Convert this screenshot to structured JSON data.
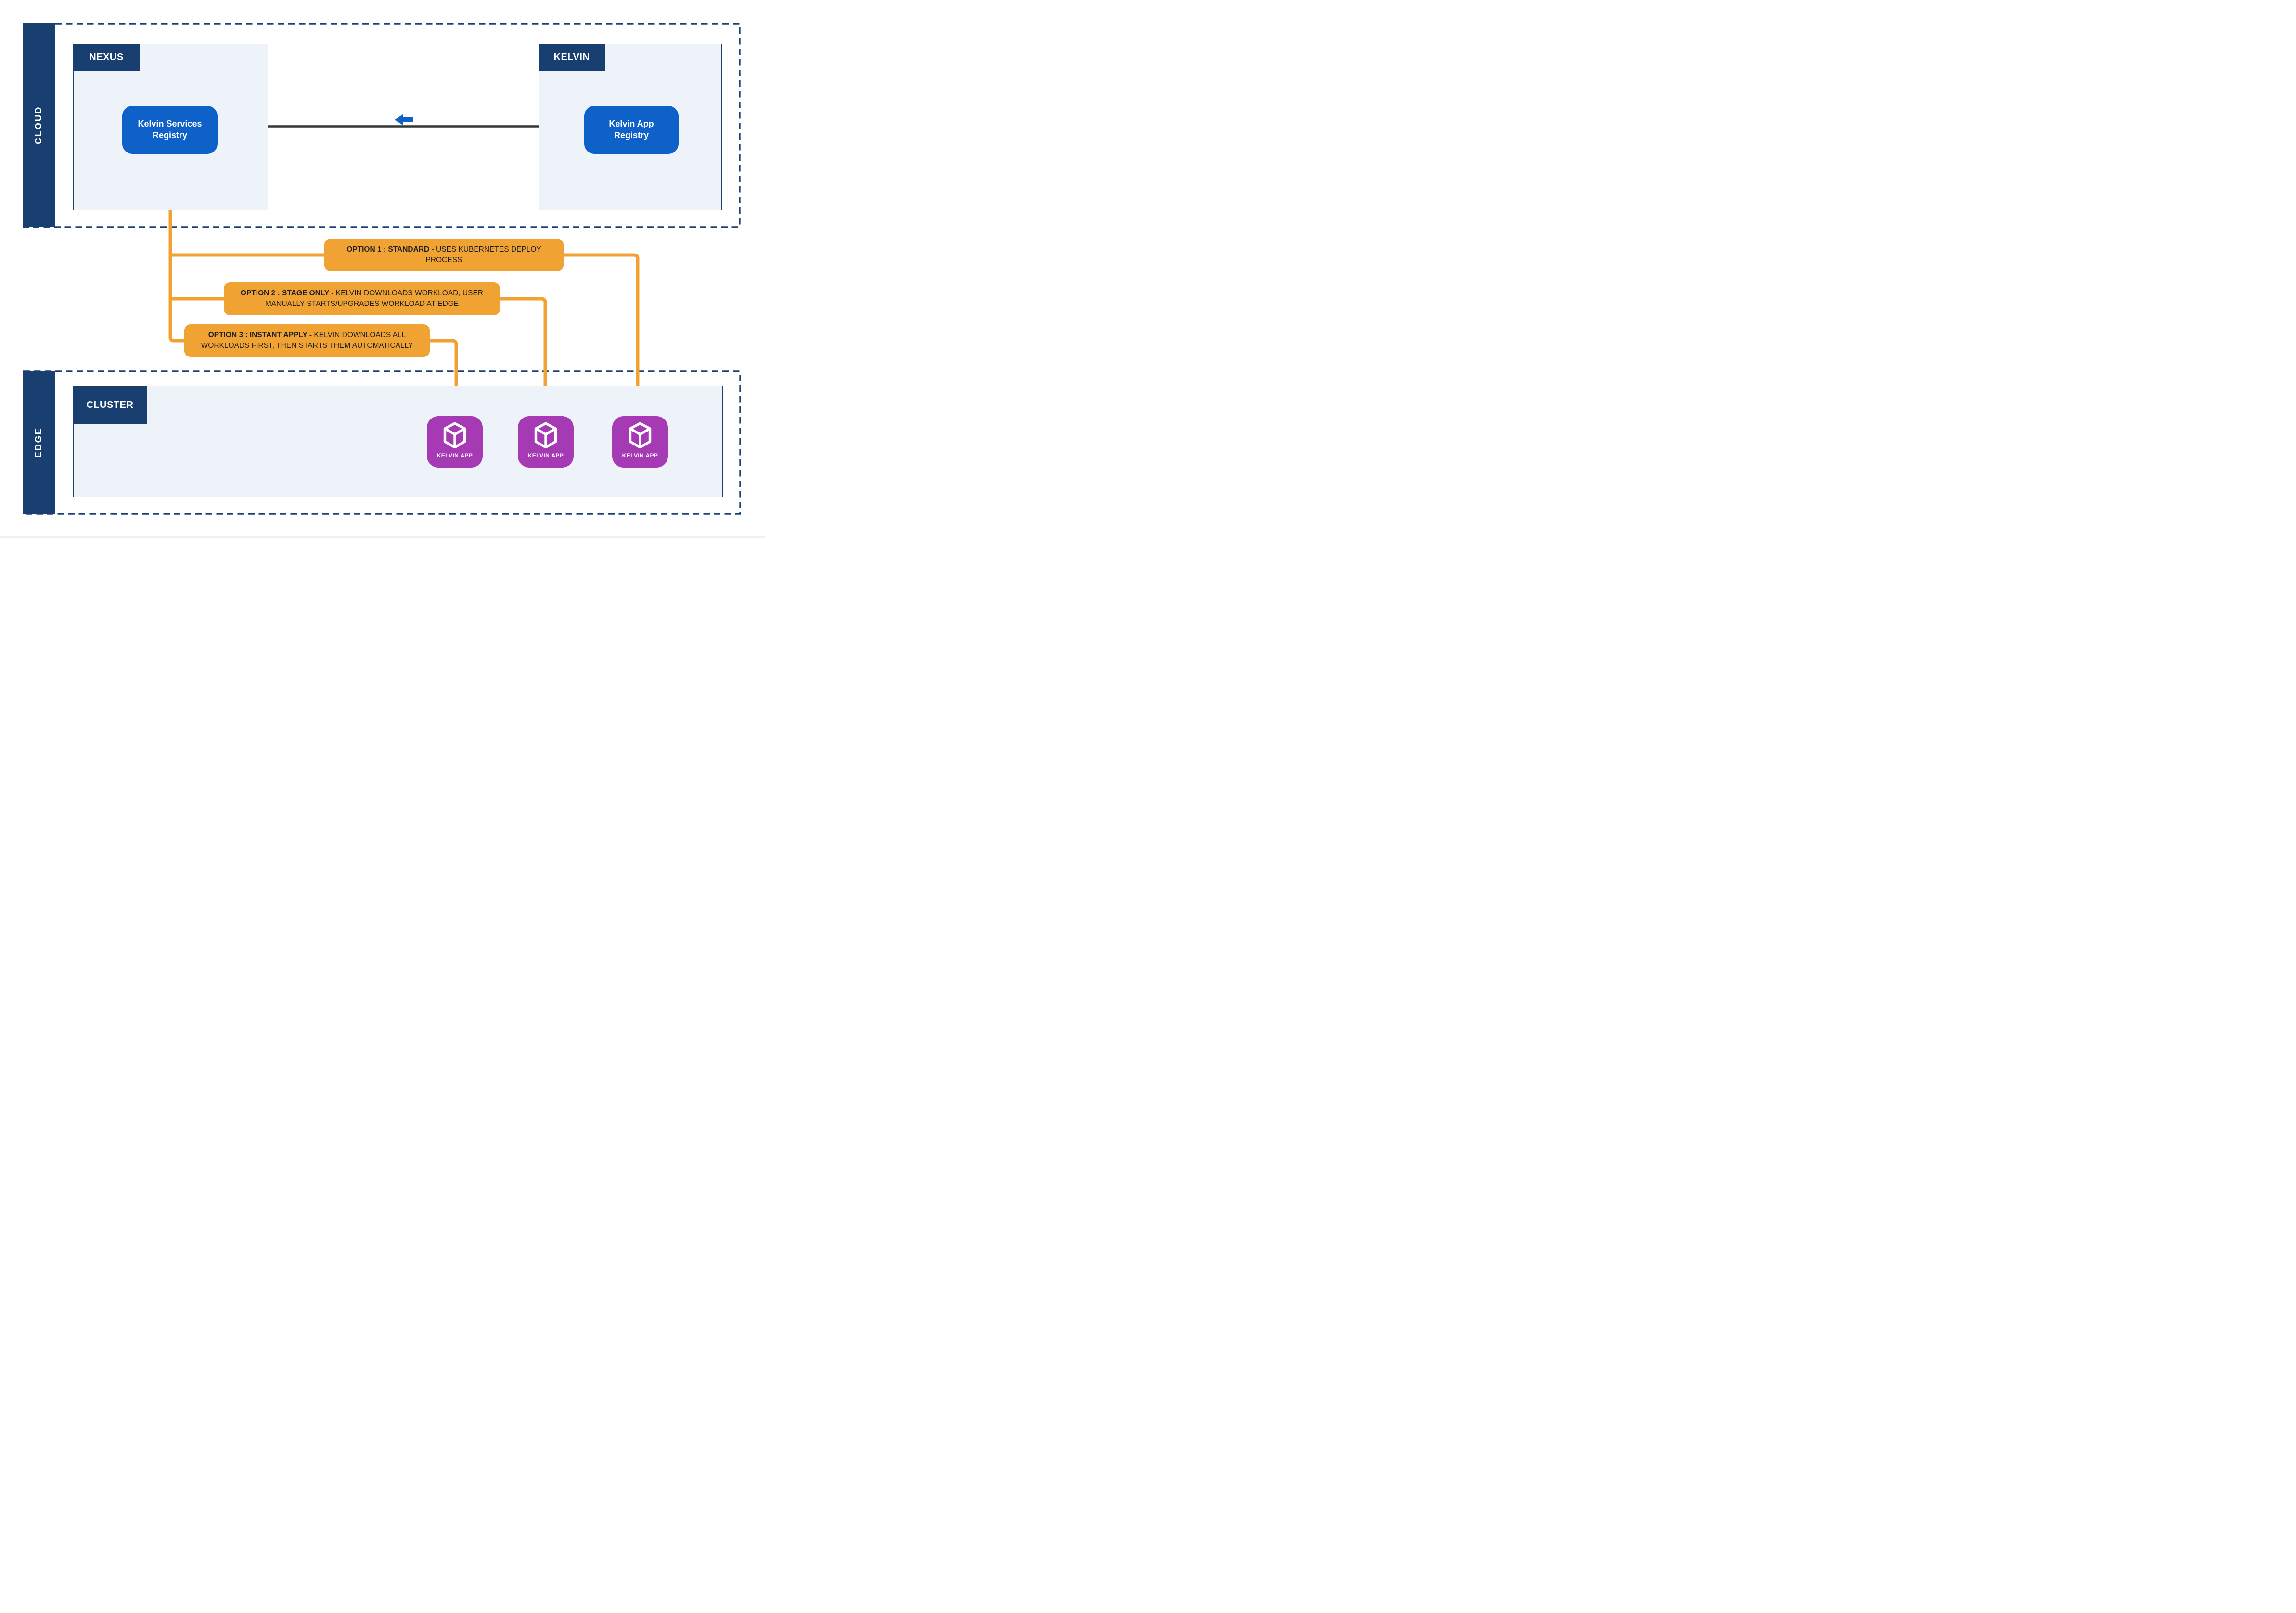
{
  "colors": {
    "navy": "#193f70",
    "panel_fill": "#edf3f9",
    "primary_blue": "#0d61c9",
    "orange": "#f0a233",
    "purple": "#a53ab4",
    "black_line": "#343637",
    "text_dark": "#1d1f24"
  },
  "cloud": {
    "region_label": "CLOUD",
    "nexus": {
      "label": "NEXUS",
      "node_label": "Kelvin Services Registry"
    },
    "kelvin": {
      "label": "KELVIN",
      "node_label": "Kelvin App Registry"
    }
  },
  "options": [
    {
      "bold": "OPTION 1 : STANDARD -",
      "rest": " USES KUBERNETES DEPLOY PROCESS"
    },
    {
      "bold": "OPTION 2 : STAGE ONLY -",
      "rest": " KELVIN DOWNLOADS WORKLOAD, USER MANUALLY STARTS/UPGRADES WORKLOAD AT EDGE"
    },
    {
      "bold": "OPTION 3 : INSTANT APPLY -",
      "rest": " KELVIN DOWNLOADS ALL WORKLOADS FIRST, THEN STARTS THEM AUTOMATICALLY"
    }
  ],
  "edge": {
    "region_label": "EDGE",
    "cluster_label": "CLUSTER",
    "apps": [
      {
        "label": "KELVIN APP"
      },
      {
        "label": "KELVIN APP"
      },
      {
        "label": "KELVIN APP"
      }
    ]
  }
}
